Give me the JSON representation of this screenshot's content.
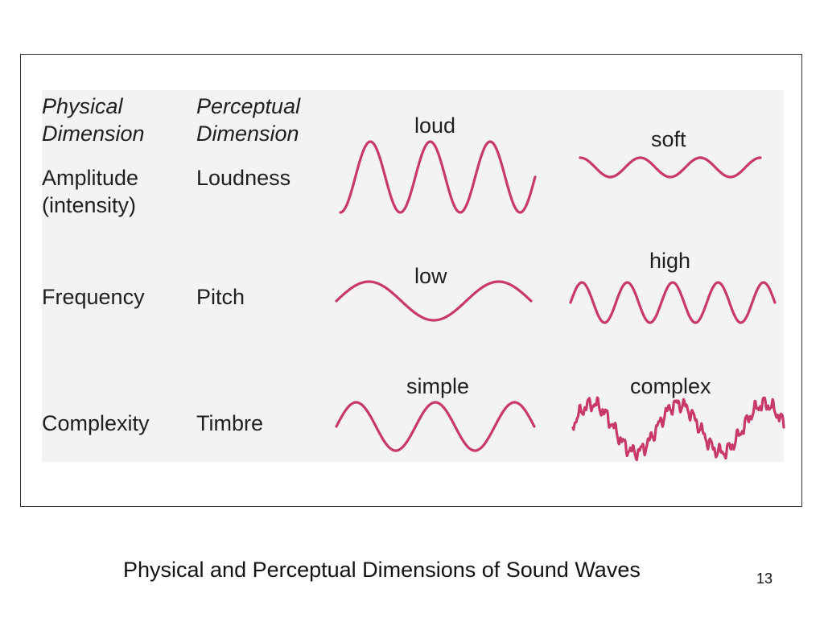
{
  "figure": {
    "headers": {
      "physical": [
        "Physical",
        "Dimension"
      ],
      "perceptual": [
        "Perceptual",
        "Dimension"
      ]
    },
    "rows": [
      {
        "physical": [
          "Amplitude",
          "(intensity)"
        ],
        "perceptual": "Loudness",
        "left_label": "loud",
        "right_label": "soft"
      },
      {
        "physical": [
          "Frequency"
        ],
        "perceptual": "Pitch",
        "left_label": "low",
        "right_label": "high"
      },
      {
        "physical": [
          "Complexity"
        ],
        "perceptual": "Timbre",
        "left_label": "simple",
        "right_label": "complex"
      }
    ],
    "wave_color": "#c9386a",
    "panel_color": "#f3f3f3"
  },
  "slide": {
    "caption": "Physical and Perceptual Dimensions of Sound Waves",
    "number": "13"
  }
}
